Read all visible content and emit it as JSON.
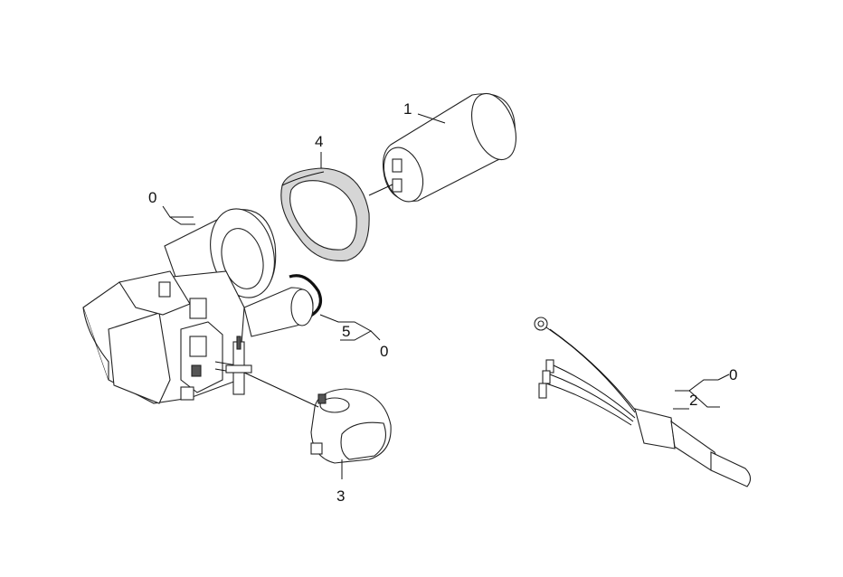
{
  "callouts": {
    "c1": "1",
    "c2": "2",
    "c3": "3",
    "c4": "4",
    "c5": "5",
    "c0_top": "0",
    "c0_mid": "0",
    "c0_right": "0"
  },
  "colors": {
    "line": "#111111",
    "background": "#ffffff",
    "shading": "#d6d6d6"
  }
}
